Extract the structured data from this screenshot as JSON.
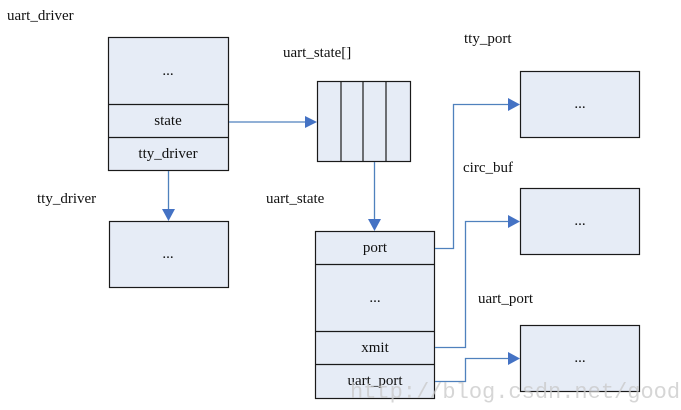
{
  "diagram": {
    "labels": {
      "uart_driver": "uart_driver",
      "uart_state_array": "uart_state[]",
      "tty_port": "tty_port",
      "tty_driver": "tty_driver",
      "uart_state": "uart_state",
      "circ_buf": "circ_buf",
      "uart_port": "uart_port"
    },
    "uart_driver_box": {
      "fields": [
        "...",
        "state",
        "tty_driver"
      ]
    },
    "tty_driver_box": {
      "fields": [
        "..."
      ]
    },
    "uart_state_array_box": {
      "cells": 4
    },
    "uart_state_box": {
      "fields": [
        "port",
        "...",
        "xmit",
        "uart_port"
      ]
    },
    "tty_port_box": {
      "fields": [
        "..."
      ]
    },
    "circ_buf_box": {
      "fields": [
        "..."
      ]
    },
    "uart_port_box": {
      "fields": [
        "..."
      ]
    },
    "connections": [
      {
        "from": "uart_driver.state",
        "to": "uart_state[]"
      },
      {
        "from": "uart_driver.tty_driver",
        "to": "tty_driver"
      },
      {
        "from": "uart_state[]",
        "to": "uart_state"
      },
      {
        "from": "uart_state.port",
        "to": "tty_port"
      },
      {
        "from": "uart_state.xmit",
        "to": "circ_buf"
      },
      {
        "from": "uart_state.uart_port",
        "to": "uart_port"
      }
    ],
    "colors": {
      "box_fill": "#e6ecf6",
      "box_stroke": "#1a1a1a",
      "connector": "#4f81bd",
      "arrowhead": "#4472c4"
    },
    "watermark": "http://blog.csdn.net/goodluckwhh"
  }
}
